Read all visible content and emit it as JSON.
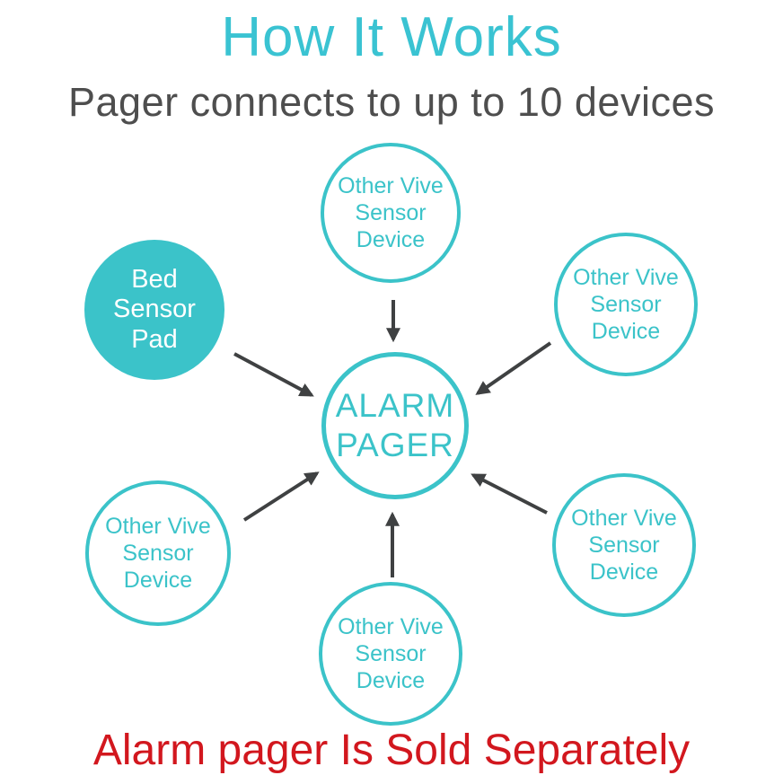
{
  "title": "How It Works",
  "subtitle": "Pager connects to up to 10 devices",
  "footer_note": "Alarm pager Is Sold Separately",
  "colors": {
    "teal": "#3bc3c9",
    "title_teal": "#3ac3d2",
    "arrow_gray": "#3f4142",
    "subtitle_gray": "#4e4e4e",
    "note_red": "#d2171e",
    "node_fill_white": "#ffffff",
    "bed_text_white": "#ffffff"
  },
  "nodes": {
    "top": {
      "label": "Other Vive\nSensor\nDevice",
      "type": "outlined"
    },
    "top_right": {
      "label": "Other Vive\nSensor\nDevice",
      "type": "outlined"
    },
    "bed": {
      "label": "Bed\nSensor\nPad",
      "type": "filled"
    },
    "center": {
      "label": "ALARM\nPAGER",
      "type": "outlined"
    },
    "bottom_left": {
      "label": "Other Vive\nSensor\nDevice",
      "type": "outlined"
    },
    "bottom_right": {
      "label": "Other Vive\nSensor\nDevice",
      "type": "outlined"
    },
    "bottom": {
      "label": "Other Vive\nSensor\nDevice",
      "type": "outlined"
    }
  }
}
